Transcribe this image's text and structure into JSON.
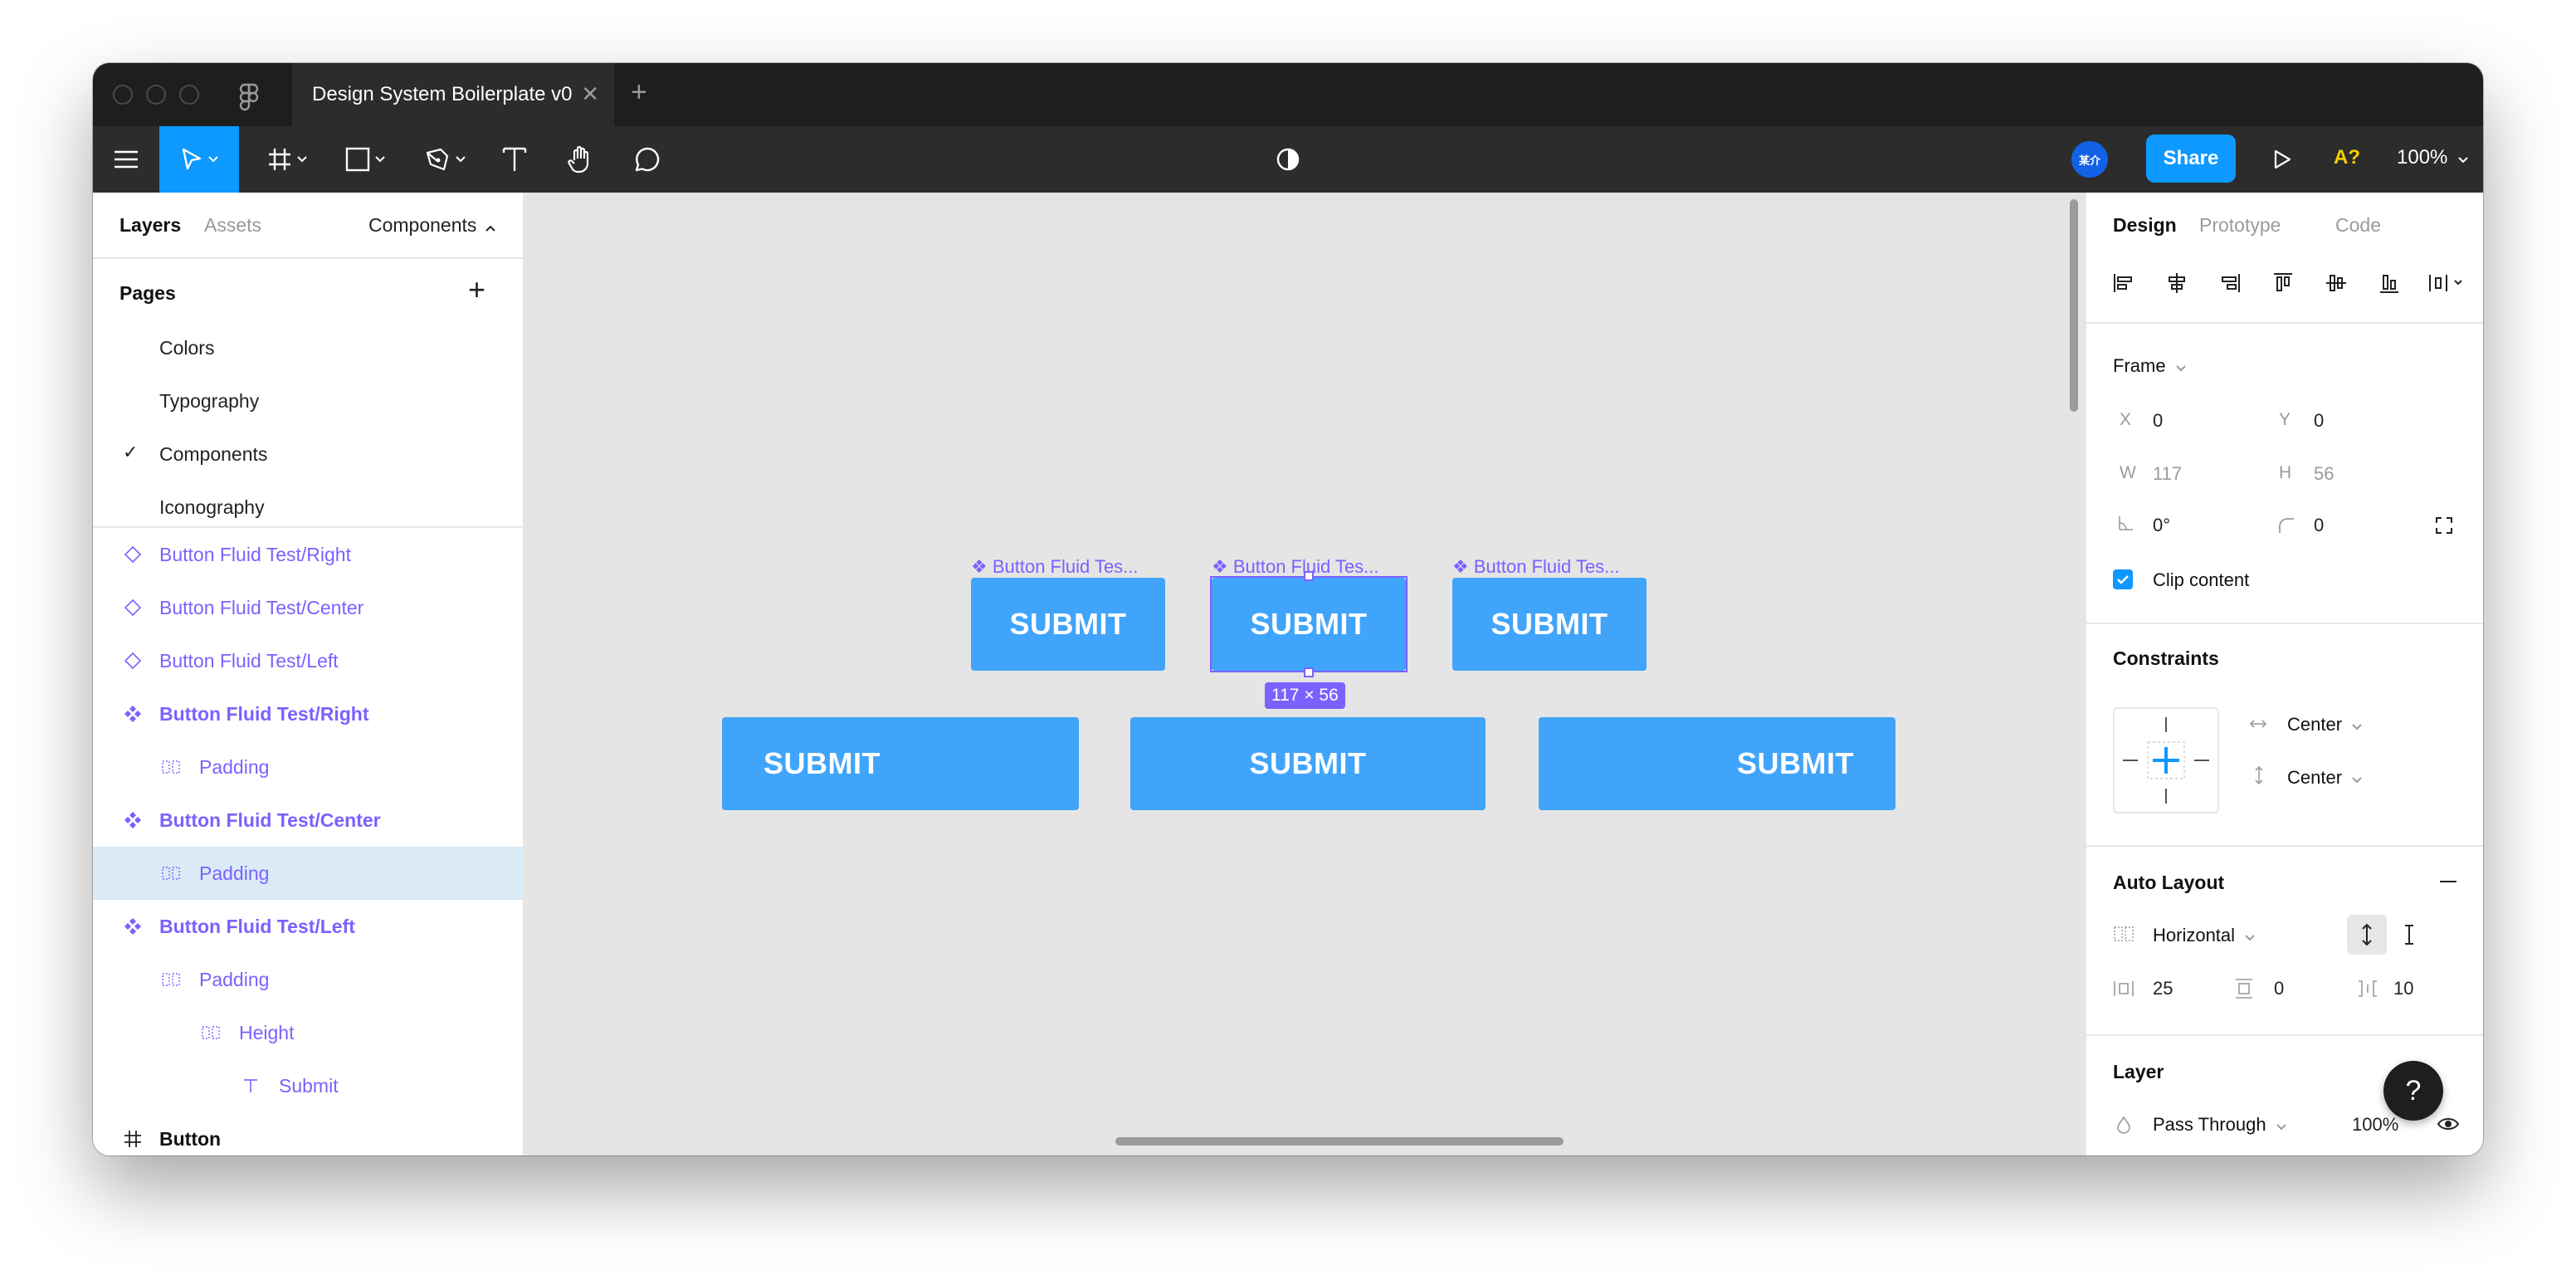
{
  "window": {
    "tab_title": "Design System Boilerplate v0",
    "close_glyph": "✕",
    "new_tab_glyph": "+"
  },
  "toolbar": {
    "avatar_text": "某介",
    "share_label": "Share",
    "a11y_label": "A?",
    "zoom_label": "100%",
    "icons": [
      "menu-icon",
      "move-icon",
      "frame-icon",
      "rectangle-icon",
      "pen-icon",
      "text-icon",
      "hand-icon",
      "comment-icon",
      "contrast-icon",
      "play-icon"
    ]
  },
  "left_panel": {
    "tabs": {
      "layers": "Layers",
      "assets": "Assets",
      "page_selector": "Components"
    },
    "pages_title": "Pages",
    "add_glyph": "+",
    "pages": [
      {
        "name": "Colors"
      },
      {
        "name": "Typography"
      },
      {
        "name": "Components",
        "current": true
      },
      {
        "name": "Iconography"
      }
    ],
    "check_glyph": "✓",
    "layers": [
      {
        "name": "Button Fluid Test/Right",
        "type": "component-instance"
      },
      {
        "name": "Button Fluid Test/Center",
        "type": "component-instance"
      },
      {
        "name": "Button Fluid Test/Left",
        "type": "component-instance"
      },
      {
        "name": "Button Fluid Test/Right",
        "type": "component"
      },
      {
        "name": "Padding",
        "type": "auto-layout"
      },
      {
        "name": "Button Fluid Test/Center",
        "type": "component"
      },
      {
        "name": "Padding",
        "type": "auto-layout",
        "selected": true
      },
      {
        "name": "Button Fluid Test/Left",
        "type": "component"
      },
      {
        "name": "Padding",
        "type": "auto-layout"
      },
      {
        "name": "Height",
        "type": "auto-layout"
      },
      {
        "name": "Submit",
        "type": "text"
      },
      {
        "name": "Button",
        "type": "frame"
      }
    ]
  },
  "canvas": {
    "frame_labels": [
      "❖ Button Fluid Tes...",
      "❖ Button Fluid Tes...",
      "❖ Button Fluid Tes..."
    ],
    "small_buttons": [
      "SUBMIT",
      "SUBMIT",
      "SUBMIT"
    ],
    "wide_buttons": [
      "SUBMIT",
      "SUBMIT",
      "SUBMIT"
    ],
    "selection_size": "117 × 56"
  },
  "right_panel": {
    "tabs": {
      "design": "Design",
      "prototype": "Prototype",
      "code": "Code"
    },
    "frame_label": "Frame",
    "x_key": "X",
    "x": "0",
    "y_key": "Y",
    "y": "0",
    "w_key": "W",
    "w": "117",
    "h_key": "H",
    "h": "56",
    "rotation": "0°",
    "radius": "0",
    "clip_content_label": "Clip content",
    "clip_content": true,
    "constraints_title": "Constraints",
    "constraint_horizontal": "Center",
    "constraint_vertical": "Center",
    "auto_layout_title": "Auto Layout",
    "direction": "Horizontal",
    "padding_horizontal": "25",
    "padding_vertical": "0",
    "spacing": "10",
    "layer_title": "Layer",
    "blend_mode": "Pass Through",
    "opacity": "100%"
  },
  "help_label": "?",
  "colors": {
    "accent": "#0d99ff",
    "component": "#7b61ff",
    "button_fill": "#40a4fb",
    "canvas_bg": "#e5e5e5",
    "chrome_dark": "#2c2c2c"
  }
}
